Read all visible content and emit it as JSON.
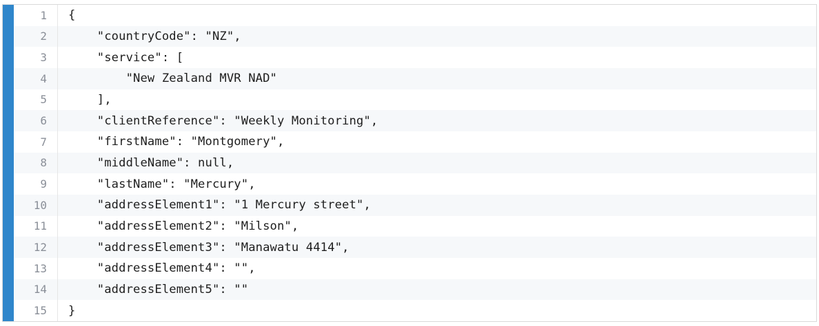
{
  "code": {
    "accent_color": "#2f86cb",
    "lines": [
      {
        "num": "1",
        "text": "{"
      },
      {
        "num": "2",
        "text": "    \"countryCode\": \"NZ\","
      },
      {
        "num": "3",
        "text": "    \"service\": ["
      },
      {
        "num": "4",
        "text": "        \"New Zealand MVR NAD\""
      },
      {
        "num": "5",
        "text": "    ],"
      },
      {
        "num": "6",
        "text": "    \"clientReference\": \"Weekly Monitoring\","
      },
      {
        "num": "7",
        "text": "    \"firstName\": \"Montgomery\","
      },
      {
        "num": "8",
        "text": "    \"middleName\": null,"
      },
      {
        "num": "9",
        "text": "    \"lastName\": \"Mercury\","
      },
      {
        "num": "10",
        "text": "    \"addressElement1\": \"1 Mercury street\","
      },
      {
        "num": "11",
        "text": "    \"addressElement2\": \"Milson\","
      },
      {
        "num": "12",
        "text": "    \"addressElement3\": \"Manawatu 4414\","
      },
      {
        "num": "13",
        "text": "    \"addressElement4\": \"\","
      },
      {
        "num": "14",
        "text": "    \"addressElement5\": \"\""
      },
      {
        "num": "15",
        "text": "}"
      }
    ]
  }
}
